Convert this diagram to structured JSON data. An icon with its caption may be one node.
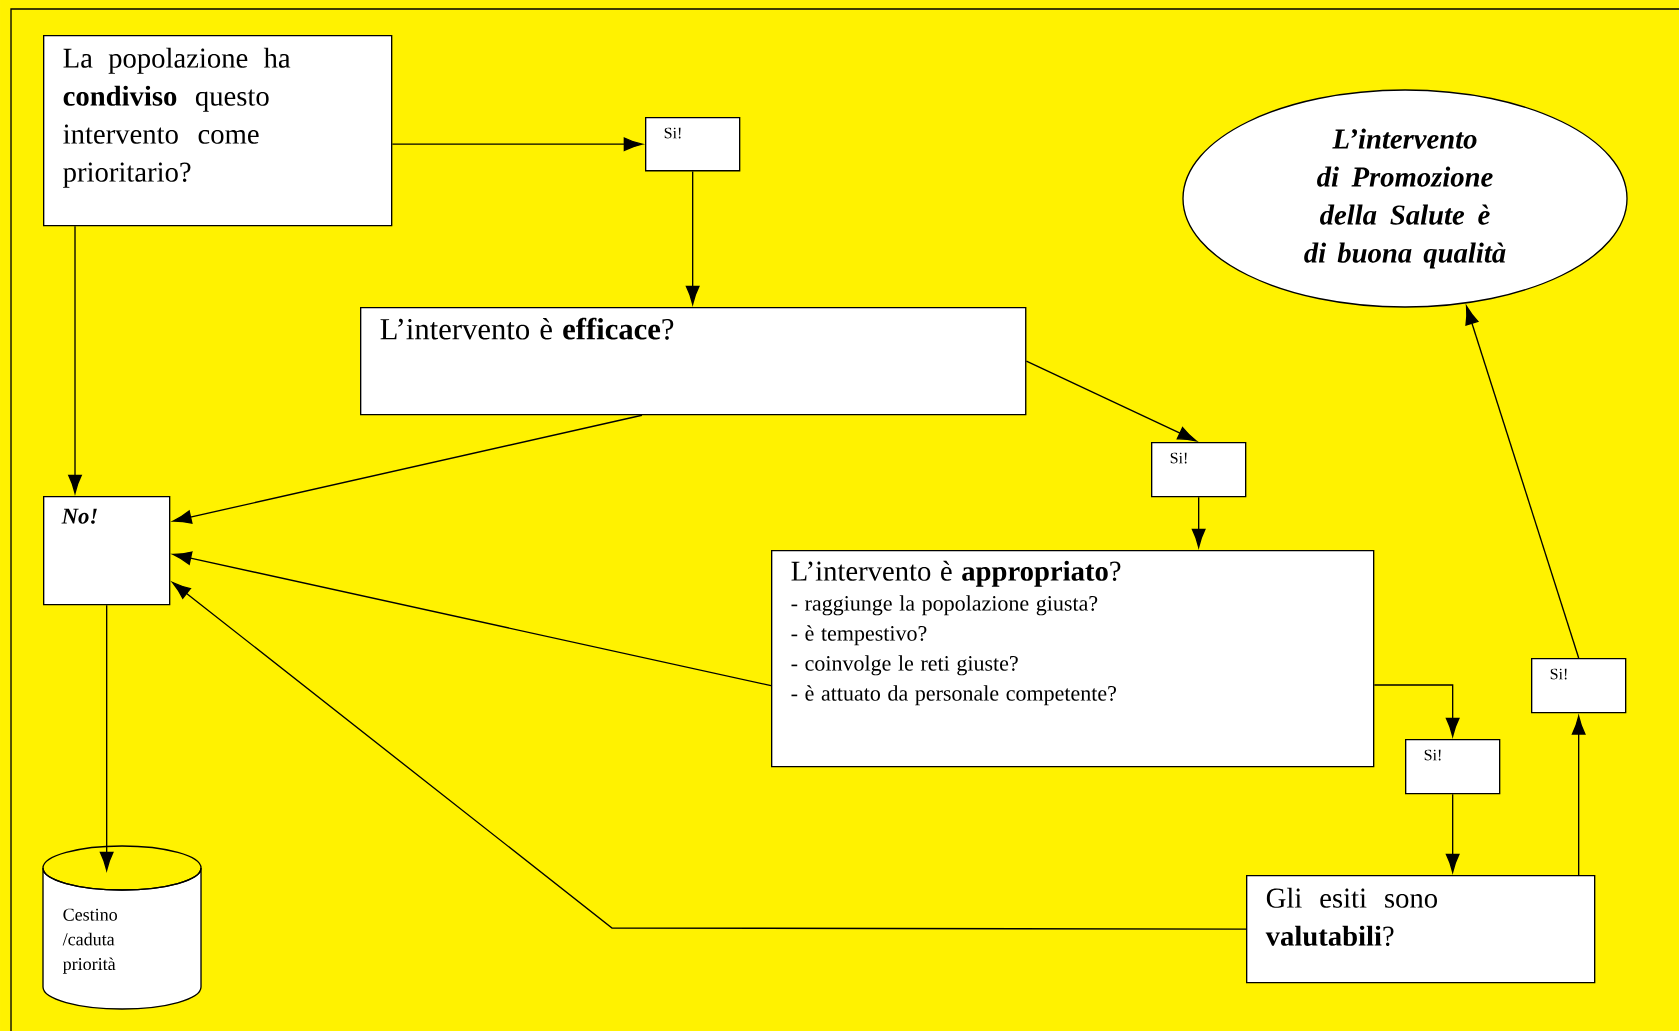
{
  "diagram": {
    "nodes": [
      {
        "text": [
          "La popolazione ha **condiviso** questo intervento come prioritario?"
        ]
      },
      {
        "text": [
          "Si!"
        ]
      },
      {
        "text": [
          "L’intervento è **efficace**?"
        ]
      },
      {
        "text": [
          "Si!"
        ]
      },
      {
        "text": [
          "No!"
        ]
      },
      {
        "text": [
          "L’intervento è **appropriato**?",
          "- raggiunge la popolazione giusta?",
          "- è tempestivo?",
          "- coinvolge le reti giuste?",
          "- è attuato da personale competente?"
        ]
      },
      {
        "text": [
          "Si!"
        ]
      },
      {
        "text": [
          "Gli esiti sono **valutabili**?"
        ]
      },
      {
        "text": [
          "Si!"
        ]
      },
      {
        "text": [
          "L’intervento di Promozione della Salute è di buona qualità"
        ]
      },
      {
        "text": [
          "Cestino /caduta priorità"
        ]
      }
    ],
    "edges": [
      {
        "from": 0,
        "to": 1,
        "arrow": "to"
      },
      {
        "from": 1,
        "to": 2,
        "arrow": "to"
      },
      {
        "from": 2,
        "to": 3,
        "arrow": "to"
      },
      {
        "from": 3,
        "to": 5,
        "arrow": "to"
      },
      {
        "from": 5,
        "to": 6,
        "arrow": "to"
      },
      {
        "from": 6,
        "to": 7,
        "arrow": "to"
      },
      {
        "from": 7,
        "to": 8,
        "arrow": "to"
      },
      {
        "from": 8,
        "to": 9,
        "arrow": "to"
      },
      {
        "from": 0,
        "to": 4,
        "arrow": "to"
      },
      {
        "from": 2,
        "to": 4,
        "arrow": "to"
      },
      {
        "from": 5,
        "to": 4,
        "arrow": "to"
      },
      {
        "from": 7,
        "to": 4,
        "arrow": "to"
      },
      {
        "from": 4,
        "to": 10,
        "arrow": "to"
      }
    ]
  }
}
